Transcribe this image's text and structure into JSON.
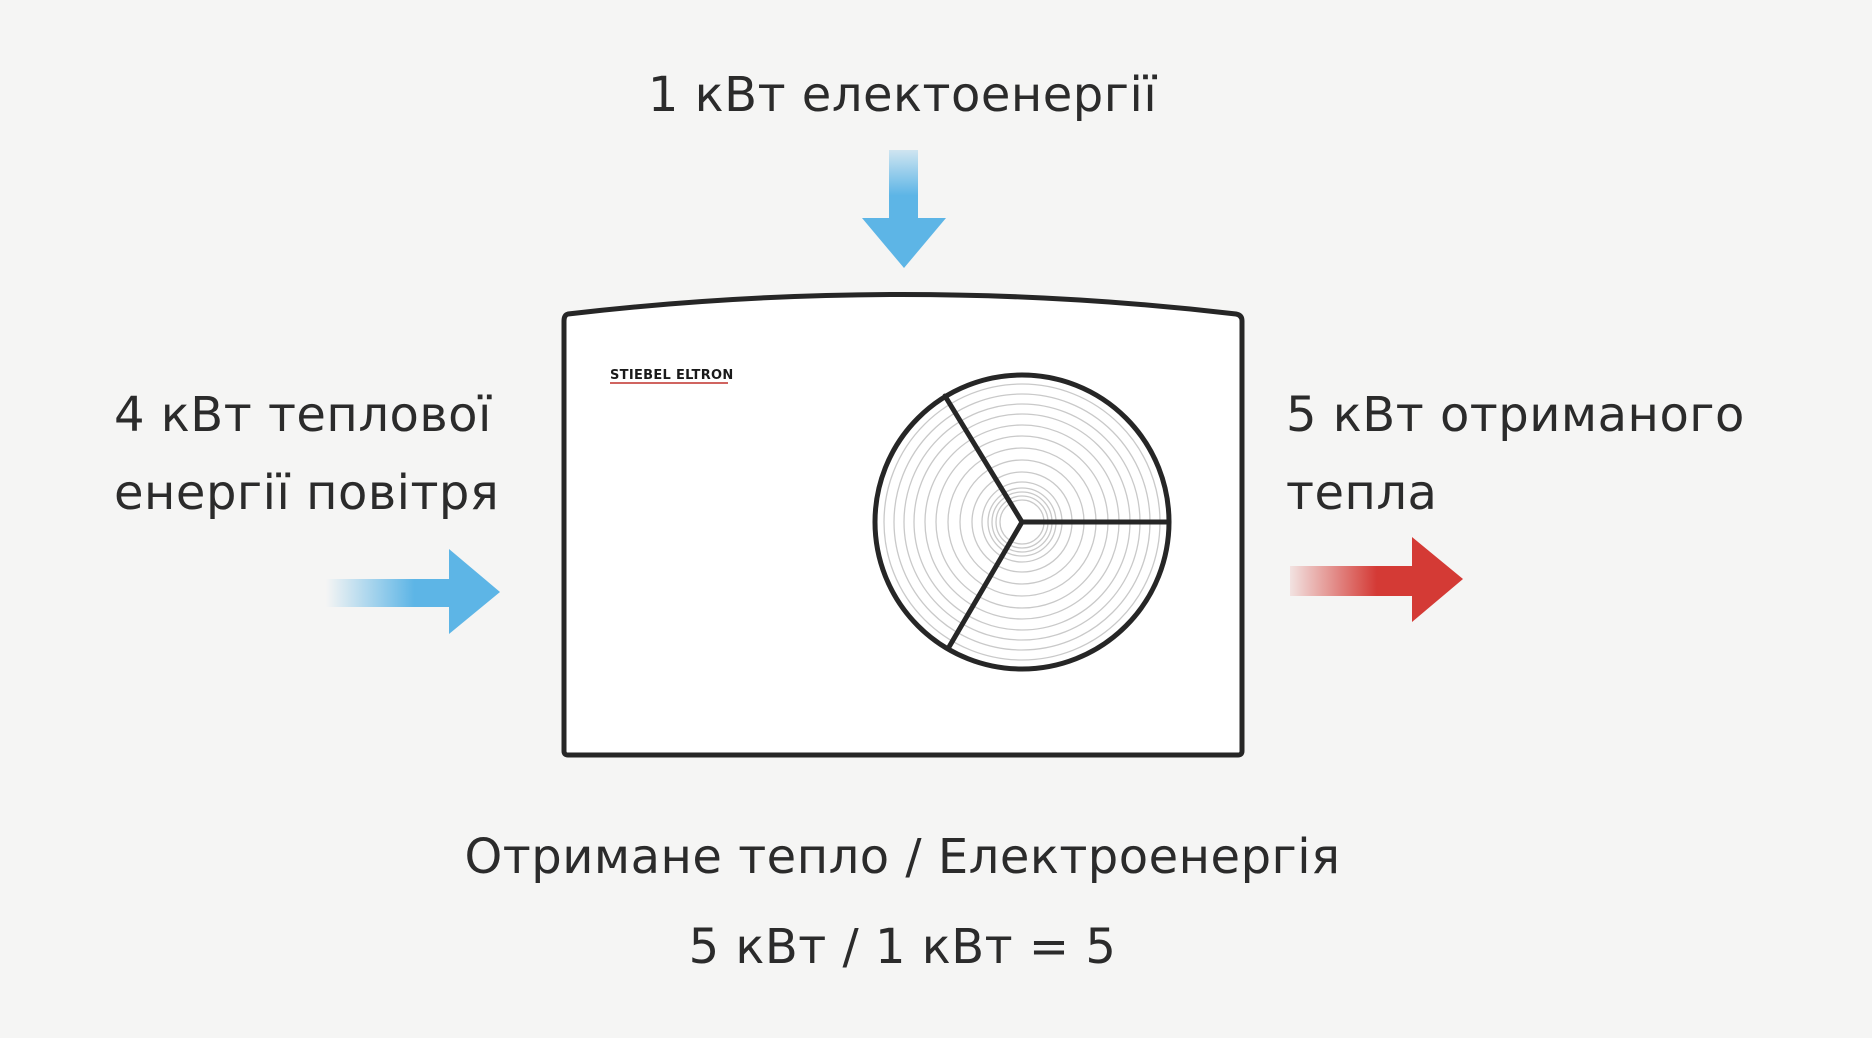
{
  "top_label": "1 кВт електоенергії",
  "left_label": {
    "line1": "4 кВт теплової",
    "line2": "енергії повітря"
  },
  "right_label": {
    "line1": "5 кВт отриманого",
    "line2": "тепла"
  },
  "formula": {
    "line1": "Отримане тепло / Електроенергія",
    "line2": "5 кВт / 1 кВт = 5"
  },
  "brand_logo": "STIEBEL ELTRON",
  "colors": {
    "background": "#f5f5f4",
    "cold_arrow": "#5db5e6",
    "hot_arrow": "#d43a35",
    "outline": "#262626",
    "brand_red": "#c0302b"
  },
  "icons": {
    "top_arrow": "arrow-down-icon",
    "left_arrow": "arrow-right-icon",
    "right_arrow": "arrow-right-icon",
    "unit": "heat-pump-unit",
    "fan": "fan-icon"
  }
}
